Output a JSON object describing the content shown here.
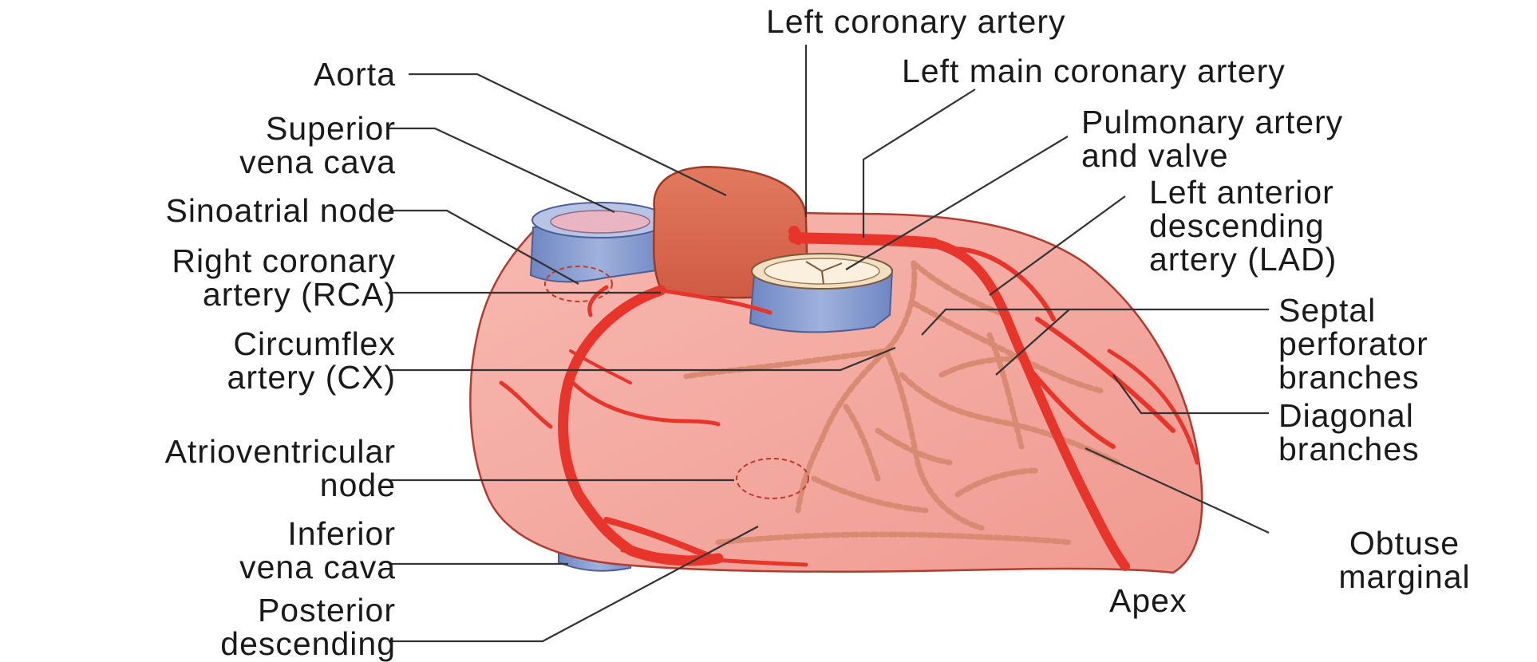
{
  "labels": {
    "left_coronary_artery": "Left coronary artery",
    "aorta": "Aorta",
    "left_main_coronary_artery": "Left main coronary artery",
    "superior_vena_cava": [
      "Superior",
      "vena cava"
    ],
    "pulmonary_artery_valve": [
      "Pulmonary artery",
      "and valve"
    ],
    "sinoatrial_node": "Sinoatrial node",
    "lad": [
      "Left anterior",
      "descending",
      "artery (LAD)"
    ],
    "rca": [
      "Right coronary",
      "artery (RCA)"
    ],
    "septal": [
      "Septal",
      "perforator",
      "branches"
    ],
    "circumflex": [
      "Circumflex",
      "artery (CX)"
    ],
    "diagonal": [
      "Diagonal",
      "branches"
    ],
    "av_node": [
      "Atrioventricular",
      "node"
    ],
    "ivc": [
      "Inferior",
      "vena cava"
    ],
    "obtuse_marginal": [
      "Obtuse",
      "marginal"
    ],
    "apex": "Apex",
    "posterior_descending": [
      "Posterior",
      "descending"
    ]
  },
  "colors": {
    "heart_fill": "#f4a8a0",
    "heart_outline": "#c0392b",
    "artery": "#e8352b",
    "aorta": "#d9664a",
    "vena_cava": "#7f95c9",
    "dashed_vessel": "#d9866f",
    "leader_line": "#333333"
  }
}
